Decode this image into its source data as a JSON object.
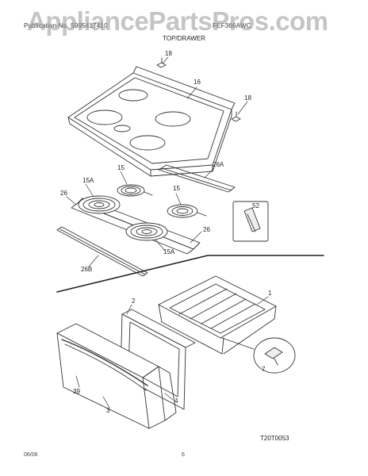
{
  "header": {
    "publication_line": "Publication No. 5995417410",
    "model_line": "FEF366AWC",
    "watermark": "AppliancePartsPros.com",
    "section": "TOP/DRAWER"
  },
  "callouts": {
    "c18a": "18",
    "c16": "16",
    "c18b": "18",
    "c26a": "26A",
    "c15a_top": "15",
    "c15_right": "15",
    "c15a_left": "15A",
    "c26_left": "26",
    "c52": "52",
    "c26_right": "26",
    "c15a_bottom": "15A",
    "c26b": "26B",
    "c2": "2",
    "c1": "1",
    "c7": "7",
    "c39": "39",
    "c4": "4",
    "c3": "3"
  },
  "diagram_code": "T20T0053",
  "footer": {
    "date": "06/06",
    "page": "6"
  }
}
